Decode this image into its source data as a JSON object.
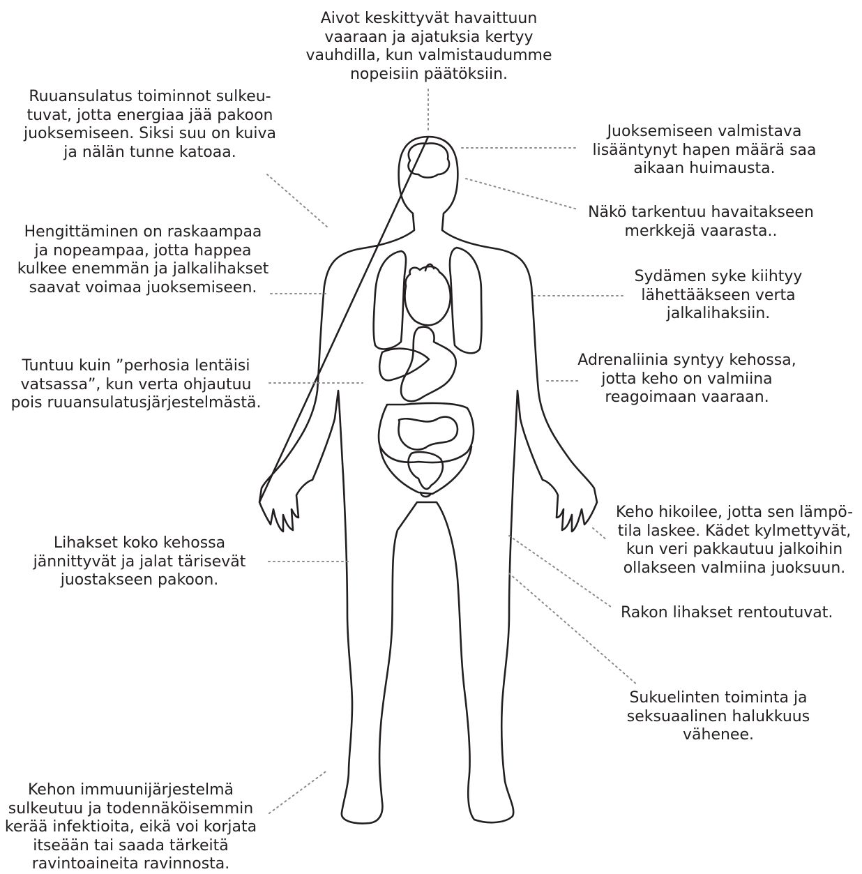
{
  "labels": {
    "brain": "Aivot keskittyvät havaittuun\nvaaraan ja ajatuksia kertyy\nvauhdilla, kun valmistaudumme\nnopeisiin  päätöksiin.",
    "digestion": "Ruuansulatus toiminnot sulkeu-\ntuvat, jotta energiaa jää pakoon\njuoksemiseen. Siksi suu on kuiva\nja nälän tunne katoaa.",
    "dizziness": "Juoksemiseen valmistava\nlisääntynyt hapen määrä saa\naikaan huimausta.",
    "vision": "Näkö tarkentuu havaitakseen\nmerkkejä vaarasta..",
    "breathing": "Hengittäminen on raskaampaa\nja nopeampaa, jotta happea\nkulkee enemmän ja jalkalihakset\nsaavat voimaa juoksemiseen.",
    "heart": "Sydämen syke kiihtyy\nlähettääkseen verta\njalkalihaksiin.",
    "butterflies": "Tuntuu kuin ”perhosia lentäisi\nvatsassa”, kun verta ohjautuu\npois ruuansulatusjärjestelmästä.",
    "adrenaline": "Adrenaliinia syntyy kehossa,\njotta keho on valmiina\nreagoimaan vaaraan.",
    "sweat": "Keho hikoilee, jotta sen lämpö-\ntila laskee. Kädet kylmettyvät,\nkun veri pakkautuu jalkoihin\nollakseen valmiina juoksuun.",
    "muscles": "Lihakset koko kehossa\njännittyvät ja jalat tärisevät\njuostakseen pakoon.",
    "bladder": "Rakon lihakset rentoutuvat.",
    "sexual": "Sukuelinten toiminta ja\nseksuaalinen halukkuus\nvähenee.",
    "immune": "Kehon immuunijärjestelmä\nsulkeutuu ja todennäköisemmin\nkerää infektioita, eikä voi korjata\nitseään tai saada tärkeitä\nravintoaineita ravinnosta."
  },
  "colors": {
    "text": "#231f20",
    "outline": "#231f20",
    "leader": "#8a8a8a"
  }
}
